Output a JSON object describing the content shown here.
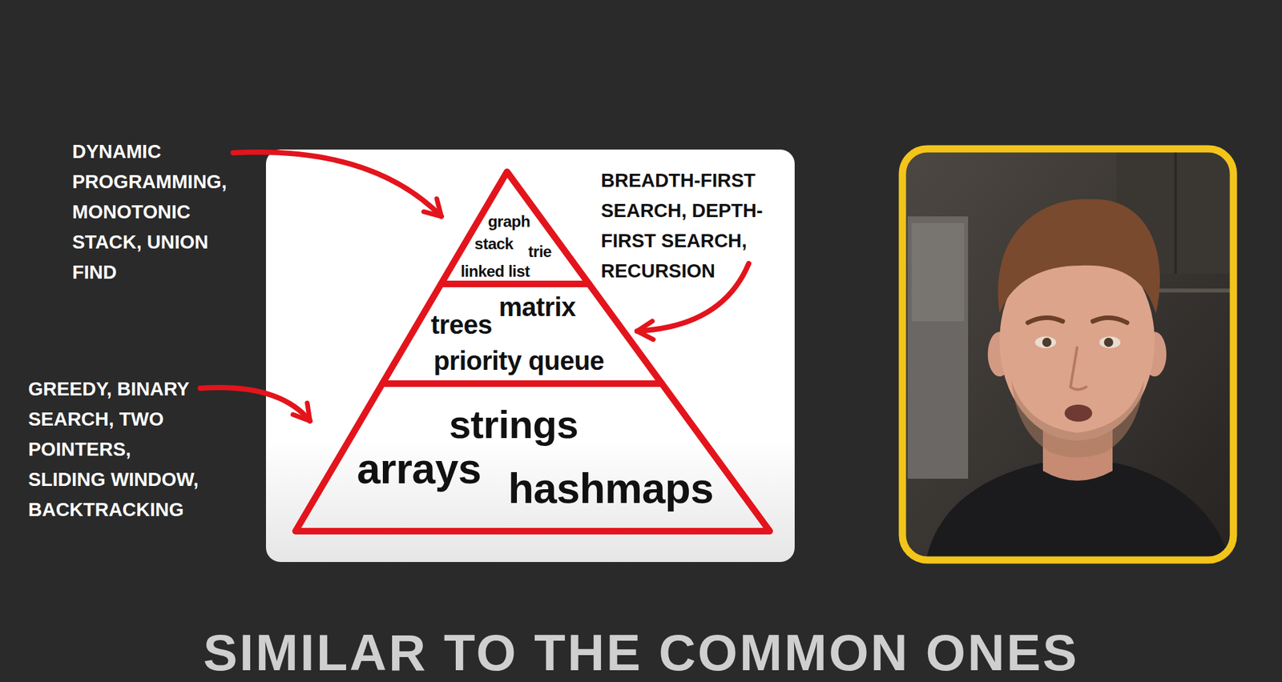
{
  "diagram": {
    "caption": "SIMILAR TO THE COMMON ONES",
    "nodes": [
      {
        "text": [
          "graph",
          "stack",
          "trie",
          "linked list"
        ]
      },
      {
        "text": [
          "matrix",
          "trees",
          "priority queue"
        ]
      },
      {
        "text": [
          "strings",
          "arrays",
          "hashmaps"
        ]
      }
    ],
    "labels": [
      "DYNAMIC PROGRAMMING, MONOTONIC STACK, UNION FIND",
      "BREADTH-FIRST SEARCH, DEPTH-FIRST SEARCH, RECURSION",
      "GREEDY, BINARY SEARCH, TWO POINTERS, SLIDING WINDOW, BACKTRACKING"
    ]
  }
}
